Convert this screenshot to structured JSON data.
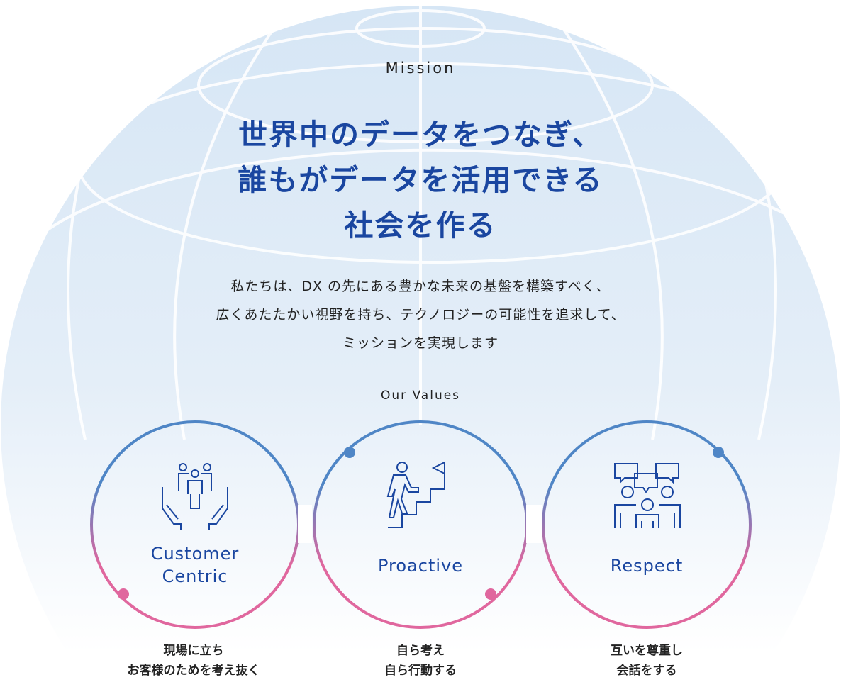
{
  "mission": {
    "label": "Mission",
    "headline": [
      "世界中のデータをつなぎ、",
      "誰もがデータを活用できる",
      "社会を作る"
    ],
    "body": [
      "私たちは、DX の先にある豊かな未来の基盤を構築すべく、",
      "広くあたたかい視野を持ち、テクノロジーの可能性を追求して、",
      "ミッションを実現します"
    ]
  },
  "values": {
    "label": "Our Values",
    "items": [
      {
        "name": [
          "Customer",
          "Centric"
        ],
        "desc": [
          "現場に立ち",
          "お客様のためを考え抜く"
        ],
        "icon": "hands-people-icon"
      },
      {
        "name": [
          "Proactive"
        ],
        "desc": [
          "自ら考え",
          "自ら行動する"
        ],
        "icon": "climbing-stairs-flag-icon"
      },
      {
        "name": [
          "Respect"
        ],
        "desc": [
          "互いを尊重し",
          "会話をする"
        ],
        "icon": "conversation-group-icon"
      }
    ]
  },
  "colors": {
    "brand": "#1a46a0",
    "ring_top": "#4f86c6",
    "ring_bottom": "#e0679e"
  }
}
